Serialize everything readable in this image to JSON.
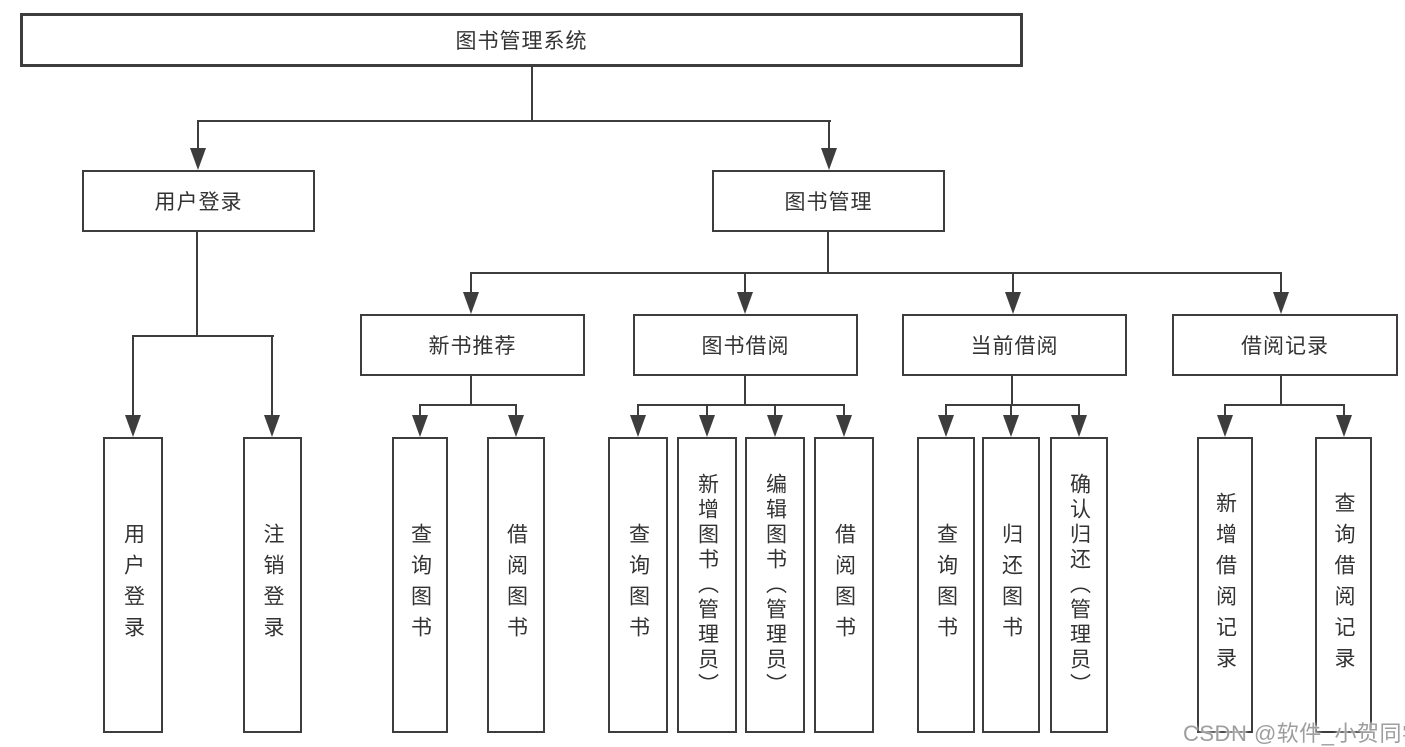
{
  "diagram": {
    "root": "图书管理系统",
    "level2": {
      "user_login": "用户登录",
      "book_mgmt": "图书管理"
    },
    "level3": {
      "new_rec": "新书推荐",
      "borrow": "图书借阅",
      "current": "当前借阅",
      "records": "借阅记录"
    },
    "leaves": {
      "user_login": [
        "用户登录",
        "注销登录"
      ],
      "new_rec": [
        "查询图书",
        "借阅图书"
      ],
      "borrow": [
        "查询图书",
        "新增图书（管理员）",
        "编辑图书（管理员）",
        "借阅图书"
      ],
      "current": [
        "查询图书",
        "归还图书",
        "确认归还（管理员）"
      ],
      "records": [
        "新增借阅记录",
        "查询借阅记录"
      ]
    }
  },
  "colors": {
    "line": "#3d3d3d",
    "text": "#333333",
    "background": "#ffffff",
    "watermark": "#9e9e9e"
  },
  "watermark": "CSDN @软件_小贺同学"
}
